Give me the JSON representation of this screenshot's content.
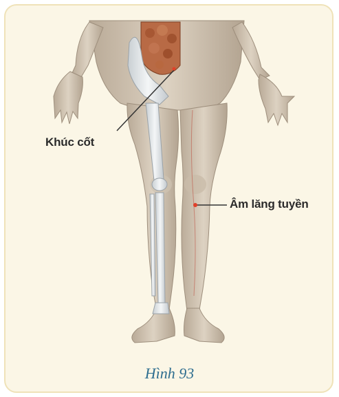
{
  "figure": {
    "labels": {
      "khuc_cot": "Khúc cốt",
      "am_lang_tuyen": "Âm lăng tuyền"
    },
    "caption": "Hình 93"
  },
  "colors": {
    "frame_background": "#fbf6e6",
    "frame_border": "#efe2b8",
    "caption": "#2d6d8f",
    "label_text": "#2b2b2b",
    "acupoint": "#e0402a"
  }
}
